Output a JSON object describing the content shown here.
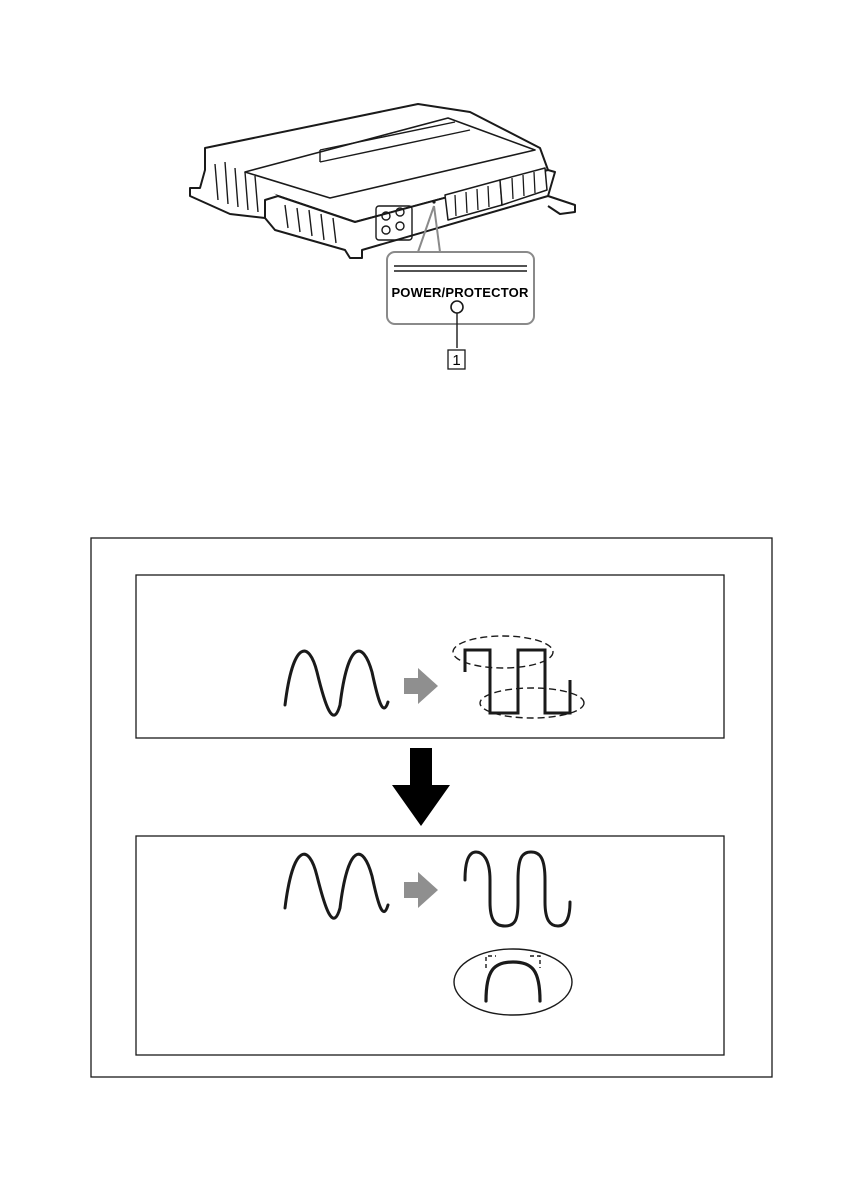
{
  "amplifier": {
    "led_label": "POWER/PROTECTOR",
    "callout_number": "1"
  },
  "diagram": {
    "top_panel": {
      "input_wave": "sine",
      "output_wave": "clipped-square"
    },
    "bottom_panel": {
      "input_wave": "sine",
      "output_wave": "soft-clipped-sine"
    },
    "colors": {
      "stroke": "#1a1a1a",
      "arrow_gray": "#8f8f8f",
      "arrow_black": "#000000"
    }
  }
}
